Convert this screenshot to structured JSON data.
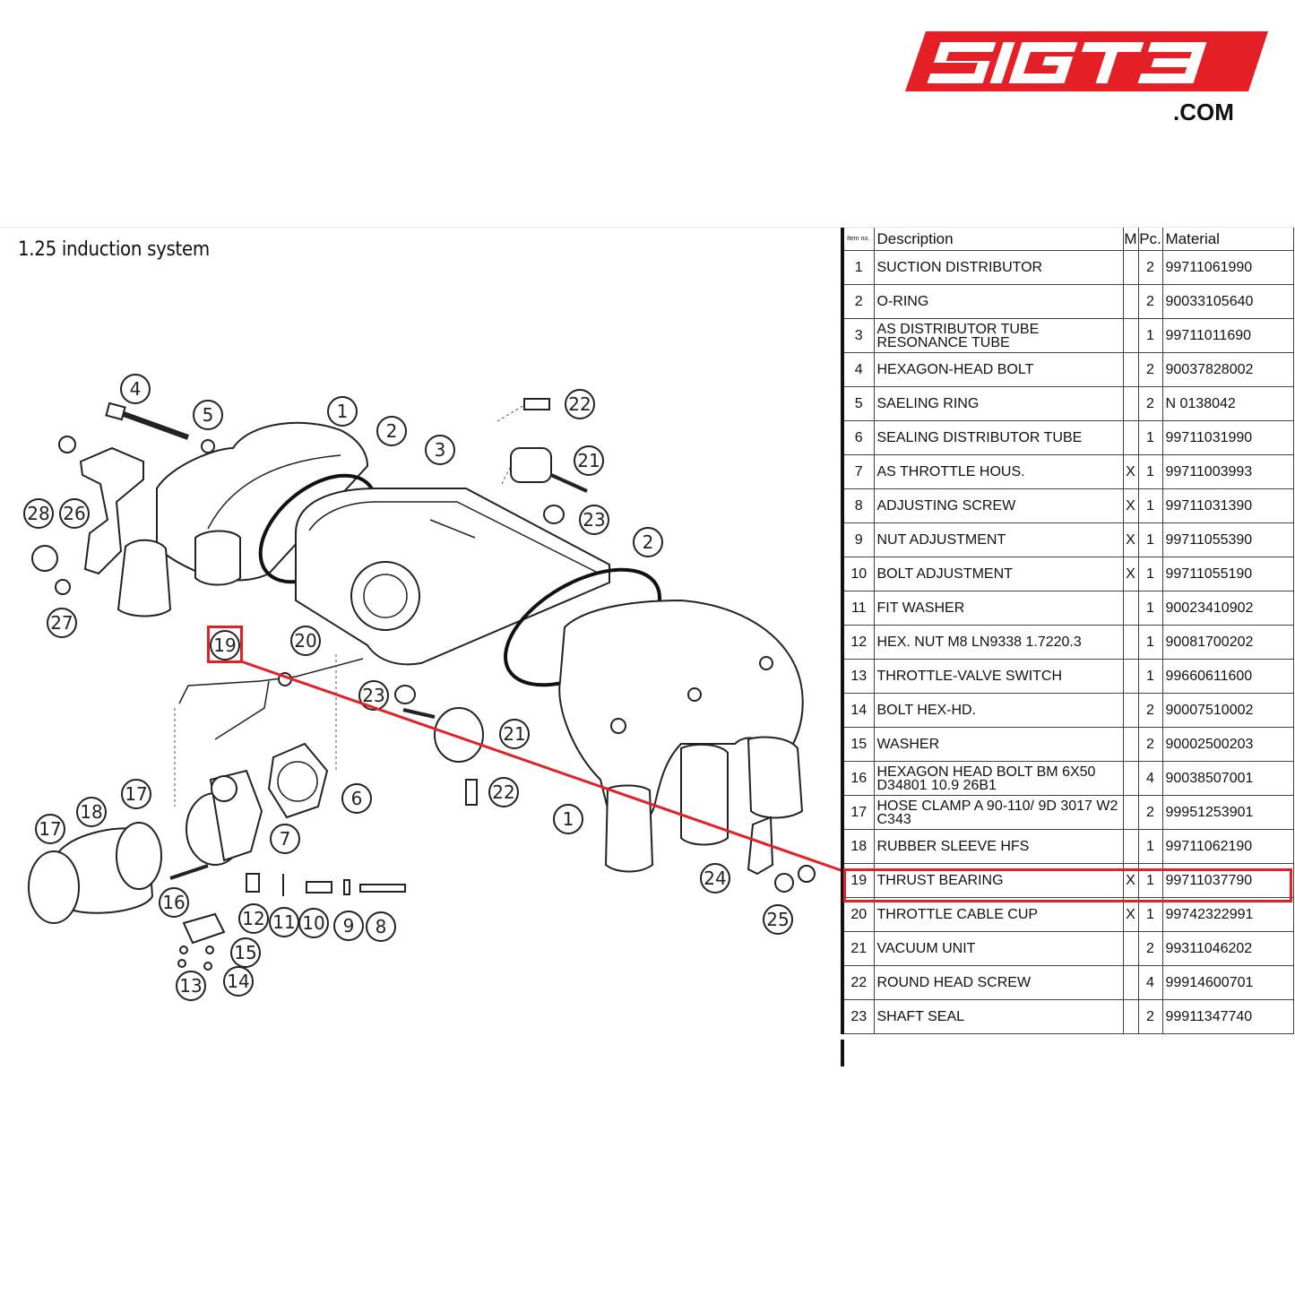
{
  "brand": {
    "logo_text": "5IGT3",
    "domain": ".COM",
    "color": "#e41f26"
  },
  "section_title": "1.25  induction system",
  "table": {
    "headers": {
      "item": "Item no.",
      "description": "Description",
      "m": "M",
      "pc": "Pc.",
      "material": "Material"
    },
    "rows": [
      {
        "item": "1",
        "description": "SUCTION DISTRIBUTOR",
        "m": "",
        "pc": "2",
        "material": "99711061990"
      },
      {
        "item": "2",
        "description": "O-RING",
        "m": "",
        "pc": "2",
        "material": "90033105640"
      },
      {
        "item": "3",
        "description": "AS DISTRIBUTOR TUBE\nRESONANCE TUBE",
        "m": "",
        "pc": "1",
        "material": "99711011690"
      },
      {
        "item": "4",
        "description": "HEXAGON-HEAD BOLT",
        "m": "",
        "pc": "2",
        "material": "90037828002"
      },
      {
        "item": "5",
        "description": "SAELING RING",
        "m": "",
        "pc": "2",
        "material": "N  0138042"
      },
      {
        "item": "6",
        "description": "SEALING DISTRIBUTOR TUBE",
        "m": "",
        "pc": "1",
        "material": "99711031990"
      },
      {
        "item": "7",
        "description": "AS THROTTLE HOUS.",
        "m": "X",
        "pc": "1",
        "material": "99711003993"
      },
      {
        "item": "8",
        "description": "ADJUSTING SCREW",
        "m": "X",
        "pc": "1",
        "material": "99711031390"
      },
      {
        "item": "9",
        "description": "NUT ADJUSTMENT",
        "m": "X",
        "pc": "1",
        "material": "99711055390"
      },
      {
        "item": "10",
        "description": "BOLT ADJUSTMENT",
        "m": "X",
        "pc": "1",
        "material": "99711055190"
      },
      {
        "item": "11",
        "description": "FIT WASHER",
        "m": "",
        "pc": "1",
        "material": "90023410902"
      },
      {
        "item": "12",
        "description": "HEX. NUT M8 LN9338 1.7220.3",
        "m": "",
        "pc": "1",
        "material": "90081700202"
      },
      {
        "item": "13",
        "description": "THROTTLE-VALVE SWITCH",
        "m": "",
        "pc": "1",
        "material": "99660611600"
      },
      {
        "item": "14",
        "description": "BOLT HEX-HD.",
        "m": "",
        "pc": "2",
        "material": "90007510002"
      },
      {
        "item": "15",
        "description": "WASHER",
        "m": "",
        "pc": "2",
        "material": "90002500203"
      },
      {
        "item": "16",
        "description": "HEXAGON HEAD BOLT BM 6X50\nD34801 10.9 26B1",
        "m": "",
        "pc": "4",
        "material": "90038507001"
      },
      {
        "item": "17",
        "description": "HOSE CLAMP A 90-110/ 9D 3017 W2\nC343",
        "m": "",
        "pc": "2",
        "material": "99951253901"
      },
      {
        "item": "18",
        "description": "RUBBER SLEEVE HFS",
        "m": "",
        "pc": "1",
        "material": "99711062190"
      },
      {
        "item": "19",
        "description": "THRUST BEARING",
        "m": "X",
        "pc": "1",
        "material": "99711037790"
      },
      {
        "item": "20",
        "description": "THROTTLE CABLE CUP",
        "m": "X",
        "pc": "1",
        "material": "99742322991"
      },
      {
        "item": "21",
        "description": "VACUUM UNIT",
        "m": "",
        "pc": "2",
        "material": "99311046202"
      },
      {
        "item": "22",
        "description": "ROUND HEAD SCREW",
        "m": "",
        "pc": "4",
        "material": "99914600701"
      },
      {
        "item": "23",
        "description": "SHAFT SEAL",
        "m": "",
        "pc": "2",
        "material": "99911347740"
      }
    ]
  },
  "highlight": {
    "item": "19",
    "color": "#e41f26"
  },
  "callouts": [
    "1",
    "2",
    "3",
    "4",
    "5",
    "6",
    "7",
    "8",
    "9",
    "10",
    "11",
    "12",
    "13",
    "14",
    "15",
    "16",
    "17",
    "18",
    "19",
    "20",
    "21",
    "22",
    "23",
    "24",
    "25",
    "26",
    "27",
    "28"
  ]
}
